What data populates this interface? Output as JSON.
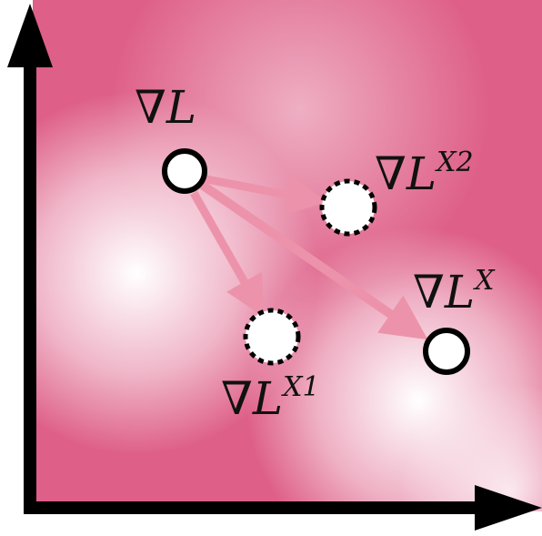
{
  "colors": {
    "background_deep": "#de5f88",
    "background_light": "#ffffff",
    "arrow_pink": "#ec93ab",
    "axis": "#000000",
    "node_stroke": "#000000",
    "node_fill": "#ffffff"
  },
  "nodes": {
    "grad": {
      "nabla": "∇",
      "letter": "L",
      "sup": ""
    },
    "grad_x2": {
      "nabla": "∇",
      "letter": "L",
      "sup": "X2"
    },
    "grad_x": {
      "nabla": "∇",
      "letter": "L",
      "sup": "X"
    },
    "grad_x1": {
      "nabla": "∇",
      "letter": "L",
      "sup": "X1"
    }
  }
}
